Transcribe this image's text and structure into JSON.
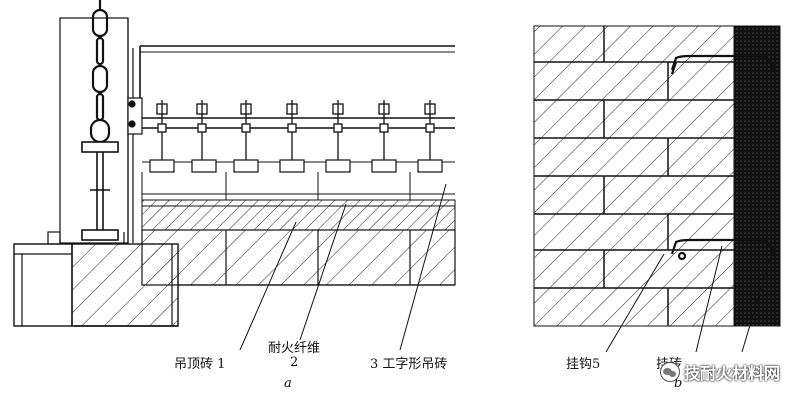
{
  "diagram": {
    "left": {
      "label_1": "吊顶砖 1",
      "label_2_name": "耐火纤维",
      "label_2_num": "2",
      "label_3": "3 工字形吊砖",
      "caption": "a"
    },
    "right": {
      "label_5": "挂钩5",
      "label_6": "挂砖",
      "caption": "b"
    },
    "watermark": "技耐火材料网"
  }
}
